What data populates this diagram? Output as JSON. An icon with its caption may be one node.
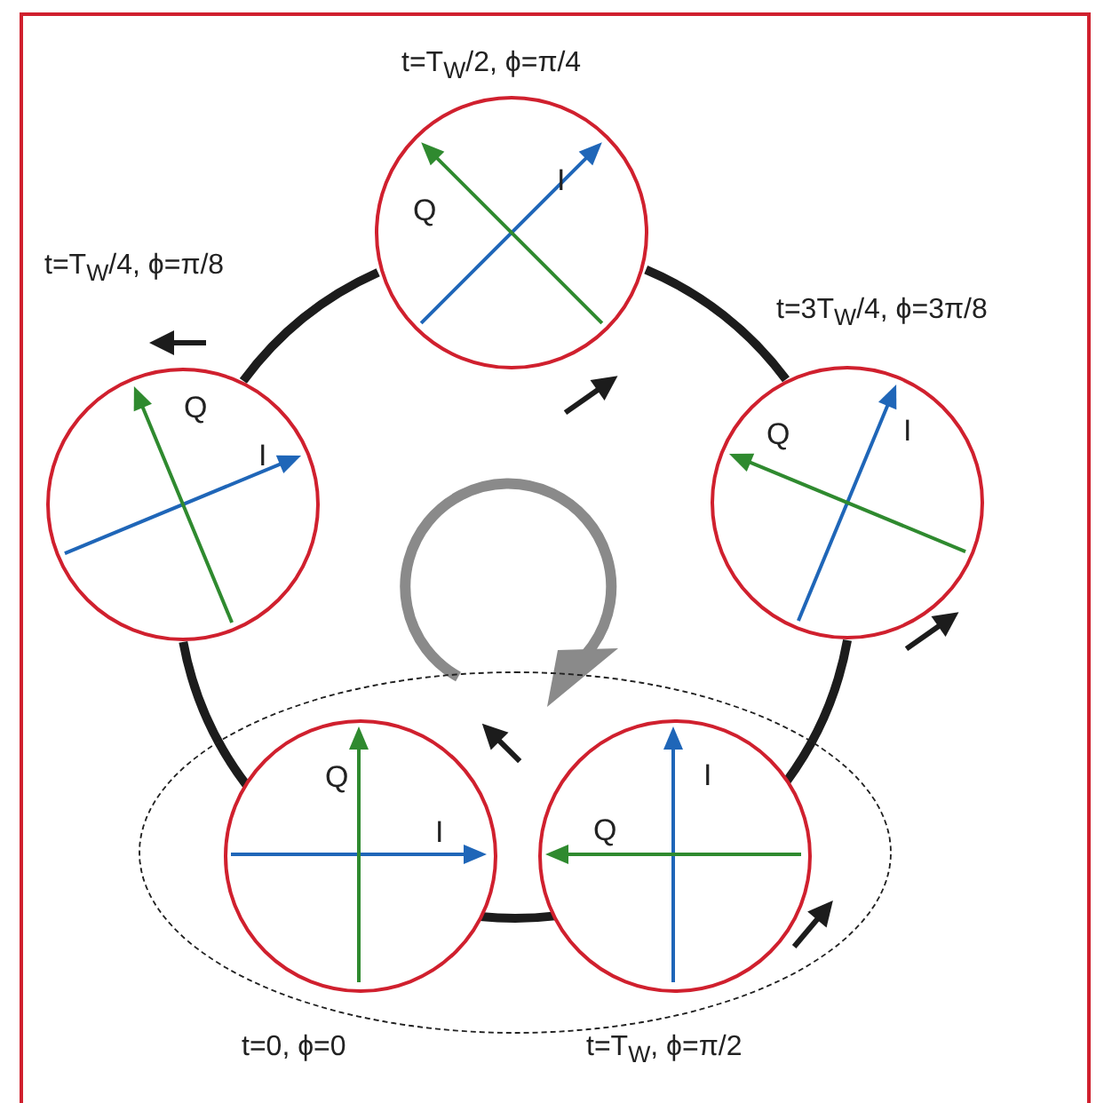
{
  "diagram": {
    "nodes": [
      {
        "text": [
          "Q",
          "I"
        ],
        "beside": [
          "t=T$_{W}$/2, ϕ=π/4"
        ]
      },
      {
        "text": [
          "Q",
          "I"
        ],
        "beside": [
          "t=T$_{W}$/4, ϕ=π/8"
        ]
      },
      {
        "text": [
          "Q",
          "I"
        ],
        "beside": [
          "t=3T$_{W}$/4, ϕ=3π/8"
        ]
      },
      {
        "text": [],
        "shape": "ellipse"
      },
      {
        "text": [
          "Q",
          "I"
        ],
        "in": 3,
        "beside": [
          "t=0, ϕ=0"
        ]
      },
      {
        "text": [
          "Q",
          "I"
        ],
        "in": 3,
        "beside": [
          "t=T$_{W}$, ϕ=π/2"
        ]
      }
    ],
    "edges": [
      {
        "from": 1,
        "to": 0,
        "arrow": "none"
      },
      {
        "from": 0,
        "to": 2,
        "arrow": "none"
      },
      {
        "from": 2,
        "to": 5,
        "arrow": "none"
      },
      {
        "from": 5,
        "to": 4,
        "arrow": "none"
      },
      {
        "from": 4,
        "to": 1,
        "arrow": "none"
      }
    ]
  }
}
